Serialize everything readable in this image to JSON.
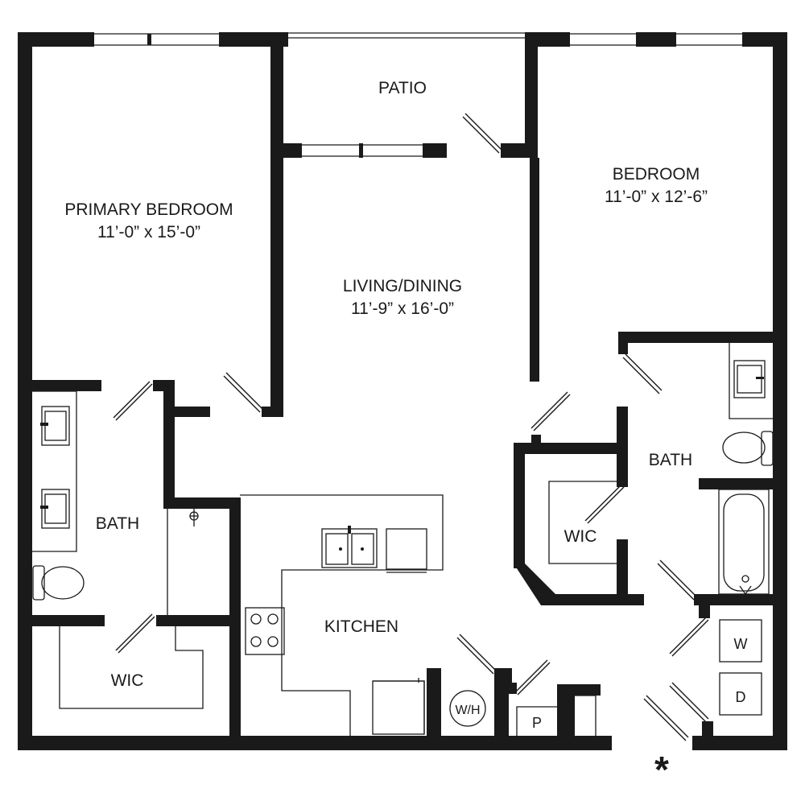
{
  "rooms": {
    "primary_bedroom": {
      "name": "PRIMARY BEDROOM",
      "dims": "11’-0” x 15’-0”"
    },
    "patio": {
      "name": "PATIO"
    },
    "living_dining": {
      "name": "LIVING/DINING",
      "dims": "11’-9” x 16’-0”"
    },
    "bedroom": {
      "name": "BEDROOM",
      "dims": "11’-0” x 12’-6”"
    },
    "bath_left": {
      "name": "BATH"
    },
    "bath_right": {
      "name": "BATH"
    },
    "wic_left": {
      "name": "WIC"
    },
    "wic_right": {
      "name": "WIC"
    },
    "kitchen": {
      "name": "KITCHEN"
    }
  },
  "fixtures": {
    "washer": "W",
    "dryer": "D",
    "water_heater": "W/H",
    "pantry": "P"
  },
  "entry_marker": "*"
}
